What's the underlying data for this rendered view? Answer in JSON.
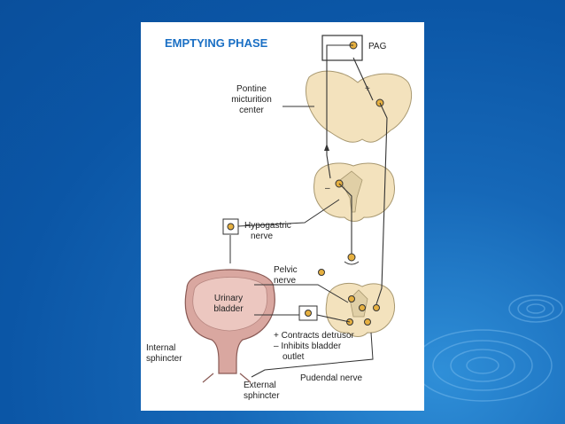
{
  "slide": {
    "background_color": "#0b56a6",
    "panel_color": "#ffffff"
  },
  "diagram": {
    "title": "EMPTYING PHASE",
    "labels": {
      "pag": "PAG",
      "pontine_line1": "Pontine",
      "pontine_line2": "micturition",
      "pontine_line3": "center",
      "hypogastric_line1": "Hypogastric",
      "hypogastric_line2": "nerve",
      "pelvic_line1": "Pelvic",
      "pelvic_line2": "nerve",
      "bladder_line1": "Urinary",
      "bladder_line2": "bladder",
      "internal_line1": "Internal",
      "internal_line2": "sphincter",
      "external_line1": "External",
      "external_line2": "sphincter",
      "pudendal": "Pudendal nerve",
      "legend_line1": "+ Contracts detrusor",
      "legend_line2": "– Inhibits bladder",
      "legend_line3": "outlet",
      "plus": "+",
      "minus": "–"
    },
    "colors": {
      "title": "#1a6fc4",
      "tissue": "#f3e2bd",
      "bladder": "#d9a7a0",
      "neuron": "#e6b040"
    }
  }
}
